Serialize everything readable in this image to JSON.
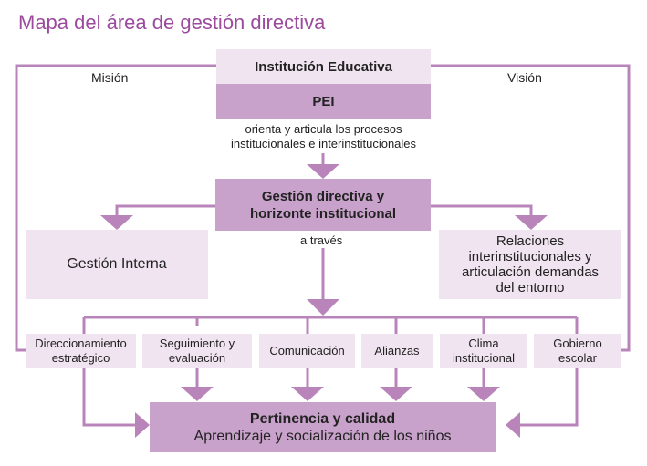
{
  "title": "Mapa del área de gestión directiva",
  "left_label": "Misión",
  "right_label": "Visión",
  "institucion": "Institución Educativa",
  "pei": "PEI",
  "orienta": [
    "orienta y articula los procesos",
    "institucionales e interinstitucionales"
  ],
  "gestion_directiva": [
    "Gestión directiva y",
    "horizonte institucional"
  ],
  "a_traves": "a través",
  "gestion_interna": "Gestión Interna",
  "relaciones": [
    "Relaciones",
    "interinstitucionales y",
    "articulación demandas",
    "del entorno"
  ],
  "procesos": [
    [
      "Direccionamiento",
      "estratégico"
    ],
    [
      "Seguimiento y",
      "evaluación"
    ],
    [
      "Comunicación"
    ],
    [
      "Alianzas"
    ],
    [
      "Clima",
      "institucional"
    ],
    [
      "Gobierno",
      "escolar"
    ]
  ],
  "resultado": [
    "Pertinencia y calidad",
    "Aprendizaje y socialización de los niños"
  ],
  "colors": {
    "accent": "#9b4a9e",
    "box_light": "#f1e4f1",
    "box_mid": "#c9a2cb",
    "line": "#b884ba"
  }
}
